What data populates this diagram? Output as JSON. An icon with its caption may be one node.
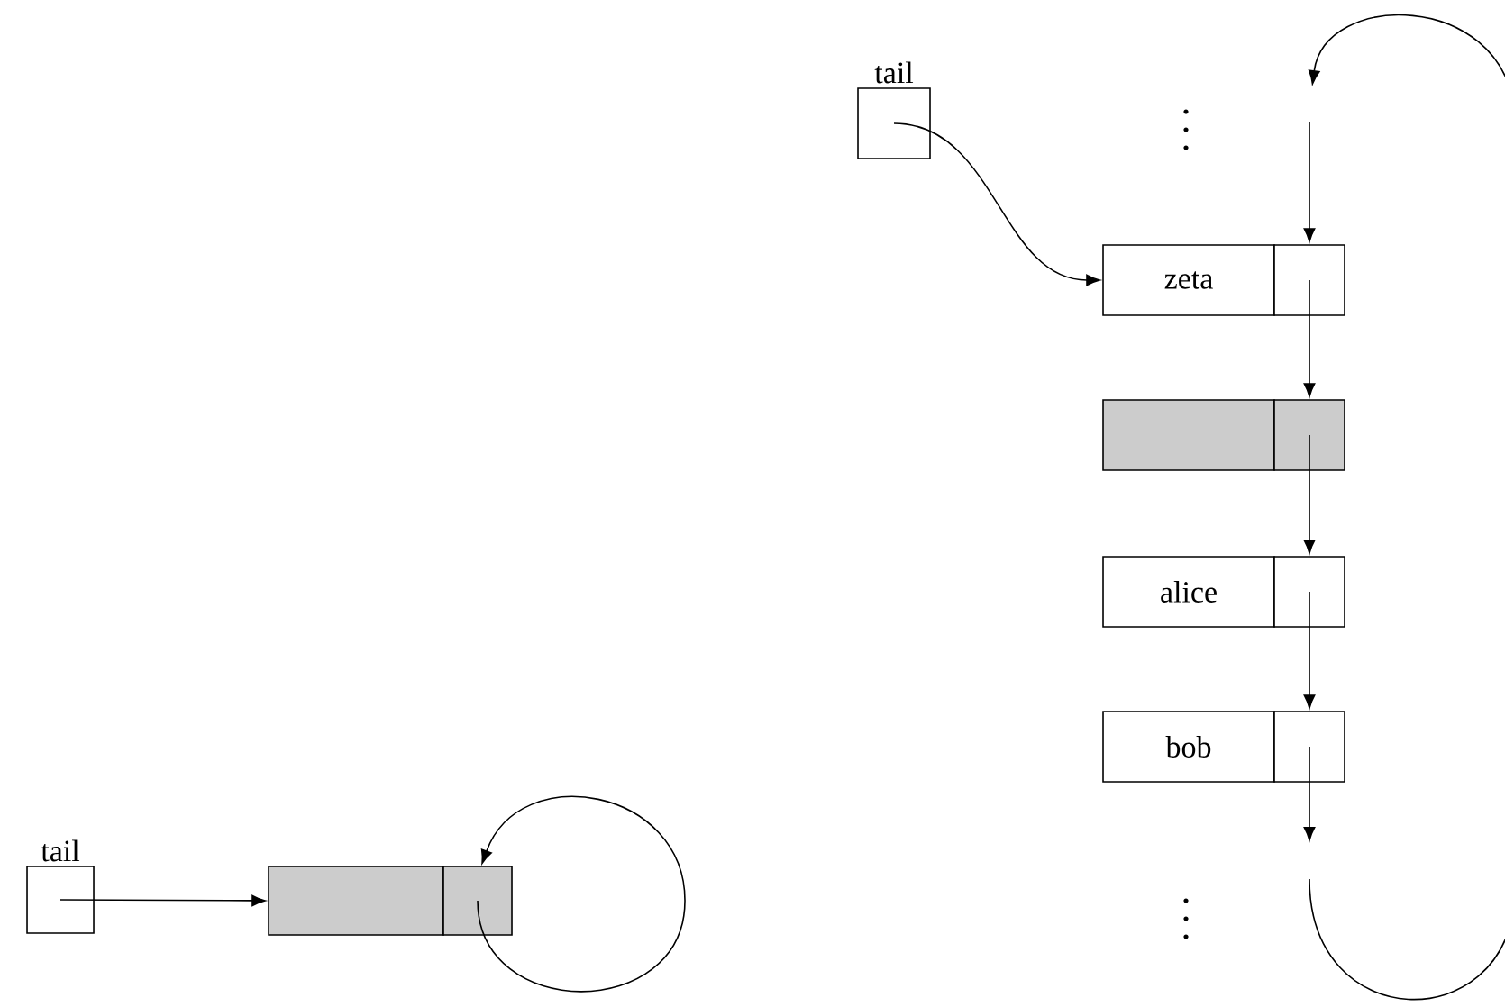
{
  "diagram": {
    "nodes": [
      {
        "text": [
          "tail"
        ]
      },
      {
        "text": [],
        "shape": "box"
      },
      {
        "text": [],
        "shape": "box"
      },
      {
        "text": [
          "tail"
        ]
      },
      {
        "text": [
          "zeta"
        ]
      },
      {
        "text": [],
        "shape": "box"
      },
      {
        "text": [],
        "shape": "box"
      },
      {
        "text": [],
        "shape": "box"
      },
      {
        "text": [
          "alice"
        ]
      },
      {
        "text": [],
        "shape": "box"
      },
      {
        "text": [
          "bob"
        ]
      },
      {
        "text": [],
        "shape": "box"
      }
    ],
    "edges": [
      {
        "from": 0,
        "to": 1,
        "arrow": "to"
      },
      {
        "from": 2,
        "to": 2,
        "arrow": "to"
      },
      {
        "from": 3,
        "to": 4,
        "arrow": "to"
      },
      {
        "from": null,
        "to": 5,
        "arrow": "to"
      },
      {
        "from": 5,
        "to": 7,
        "arrow": "to"
      },
      {
        "from": 7,
        "to": 9,
        "arrow": "to"
      },
      {
        "from": 9,
        "to": 11,
        "arrow": "to"
      },
      {
        "from": 11,
        "to": null,
        "arrow": "to"
      }
    ]
  }
}
